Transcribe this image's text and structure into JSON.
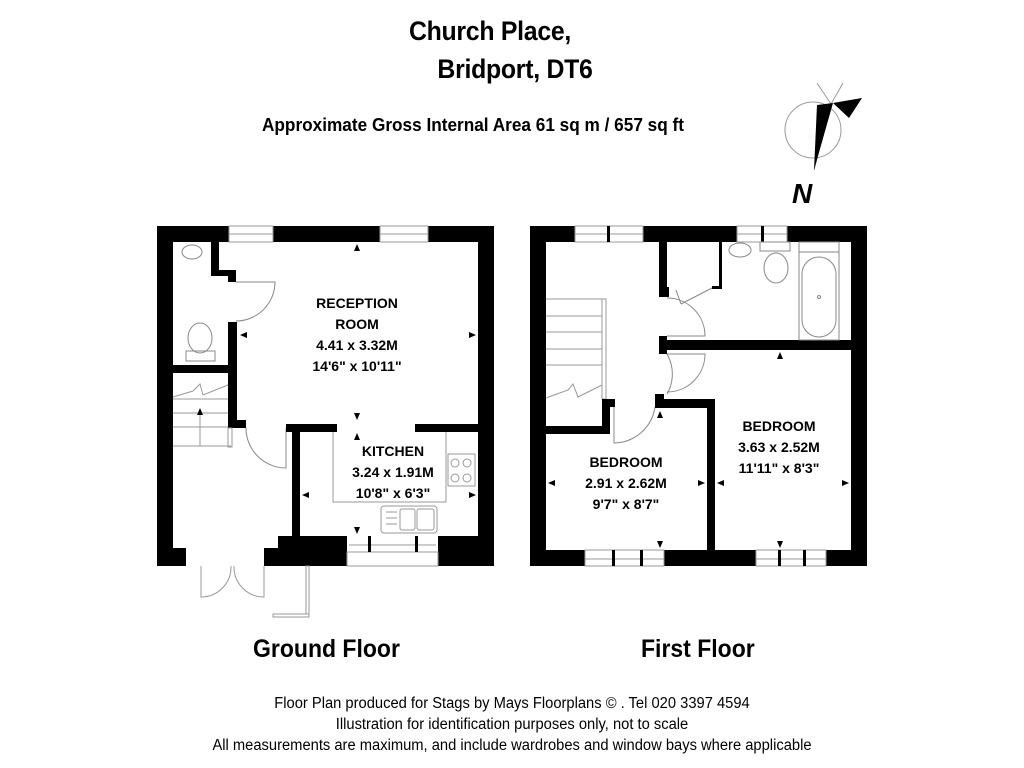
{
  "header": {
    "title_line1": "Church Place,",
    "title_line2": "Bridport, DT6",
    "area_text": "Approximate Gross Internal Area 61 sq m /  657 sq ft"
  },
  "compass": {
    "label": "N",
    "icon": "north-arrow-icon"
  },
  "floors": [
    {
      "label": "Ground Floor",
      "rooms": [
        {
          "name_line1": "RECEPTION",
          "name_line2": "ROOM",
          "metric": "4.41 x 3.32M",
          "imperial": "14'6\" x 10'11\""
        },
        {
          "name_line1": "KITCHEN",
          "metric": "3.24 x 1.91M",
          "imperial": "10'8\" x 6'3\""
        }
      ]
    },
    {
      "label": "First Floor",
      "rooms": [
        {
          "name_line1": "BEDROOM",
          "metric": "2.91 x 2.62M",
          "imperial": "9'7\" x 8'7\""
        },
        {
          "name_line1": "BEDROOM",
          "metric": "3.63 x 2.52M",
          "imperial": "11'11\" x 8'3\""
        }
      ]
    }
  ],
  "footer": {
    "line1": "Floor Plan produced for Stags by Mays Floorplans  © . Tel 020 3397 4594",
    "line2": "Illustration for identification purposes only, not to scale",
    "line3": "All measurements are maximum, and include wardrobes and window bays where applicable"
  }
}
